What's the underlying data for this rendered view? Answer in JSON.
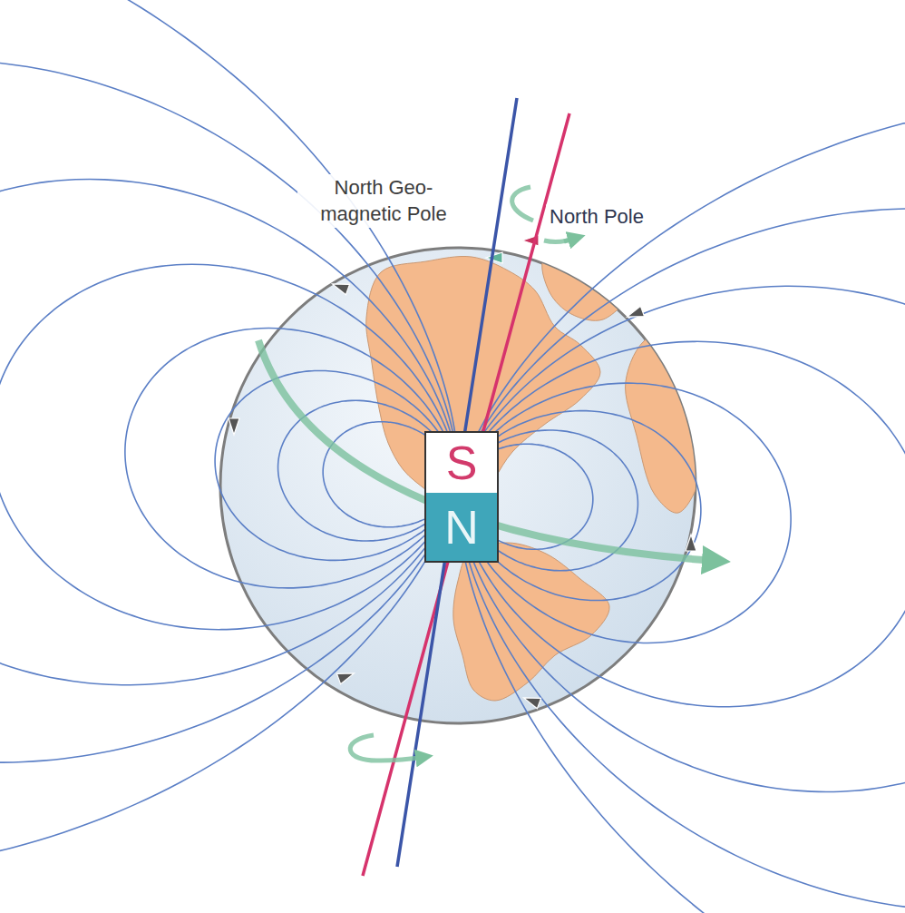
{
  "diagram": {
    "nodes": [
      {
        "text": [
          "S"
        ]
      },
      {
        "text": [
          "N"
        ]
      }
    ],
    "labels": [
      "North Geo- magnetic Pole",
      "North Pole"
    ]
  }
}
